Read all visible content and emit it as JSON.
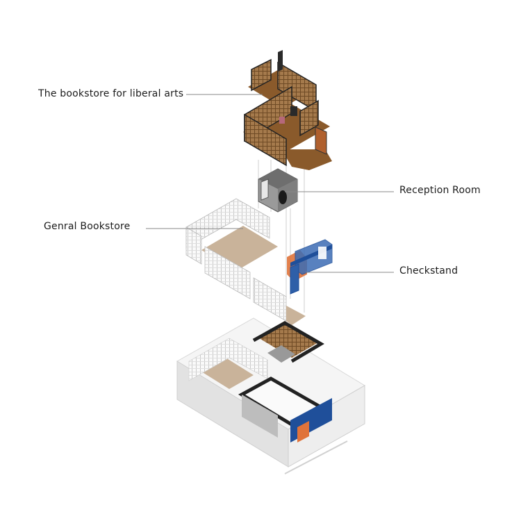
{
  "diagram": {
    "type": "exploded-axonometric",
    "labels": [
      {
        "id": "liberal-arts",
        "text": "The bookstore for liberal arts"
      },
      {
        "id": "reception",
        "text": "Reception Room"
      },
      {
        "id": "general",
        "text": "Genral Bookstore"
      },
      {
        "id": "checkstand",
        "text": "Checkstand"
      }
    ],
    "colors": {
      "wood_floor": "#8a5a2b",
      "wood_shelf": "#a57a4c",
      "dark_wall": "#262626",
      "gray_room": "#8c8c8c",
      "beige_floor": "#c9b39a",
      "white_shelf": "#f2f2f2",
      "checkstand_blue": "#1f4f9a",
      "checkstand_orange": "#e0733a",
      "leader_line": "#8a8a8a"
    }
  }
}
